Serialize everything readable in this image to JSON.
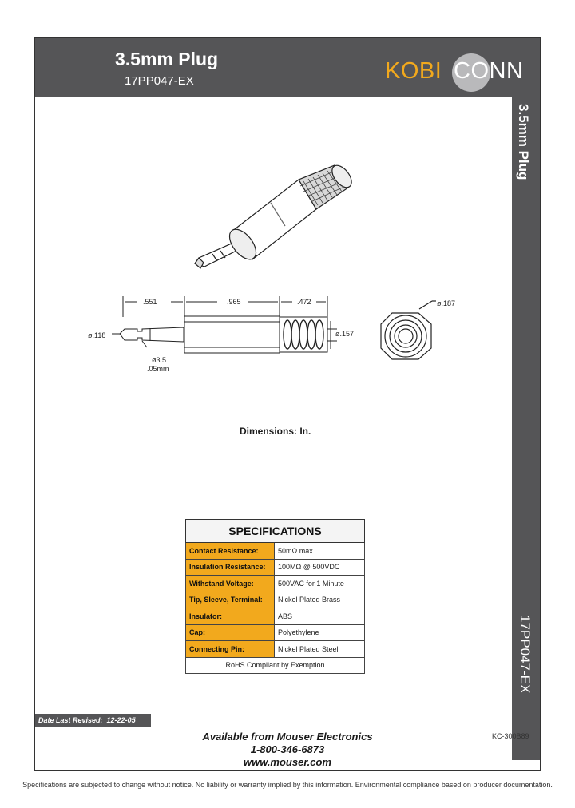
{
  "header": {
    "title": "3.5mm Plug",
    "part_number": "17PP047-EX",
    "logo_left": "KOBI",
    "logo_right": "CONN",
    "accent_color": "#f2a91d",
    "bar_color": "#555557"
  },
  "side": {
    "top_text": "3.5mm Plug",
    "bottom_text": "17PP047-EX"
  },
  "drawing": {
    "dim_a": ".551",
    "dim_b": ".965",
    "dim_c": ".472",
    "dia_tip": "ø.118",
    "dia_cable": "ø.157",
    "dia_end": "ø.187",
    "plug_dia": "ø3.5",
    "plug_tol": ".05mm",
    "dimensions_note": "Dimensions: In."
  },
  "specs": {
    "title": "SPECIFICATIONS",
    "rows": [
      {
        "label": "Contact Resistance:",
        "value": "50mΩ max."
      },
      {
        "label": "Insulation Resistance:",
        "value": "100MΩ @ 500VDC"
      },
      {
        "label": "Withstand Voltage:",
        "value": "500VAC for 1 Minute"
      },
      {
        "label": "Tip, Sleeve, Terminal:",
        "value": "Nickel Plated Brass"
      },
      {
        "label": "Insulator:",
        "value": "ABS"
      },
      {
        "label": "Cap:",
        "value": "Polyethylene"
      },
      {
        "label": "Connecting Pin:",
        "value": "Nickel Plated Steel"
      }
    ],
    "footer": "RoHS Compliant by Exemption"
  },
  "footer": {
    "revised_label": "Date Last Revised:",
    "revised_date": "12-22-05",
    "available": "Available from Mouser Electronics",
    "phone": "1-800-346-6873",
    "website": "www.mouser.com",
    "kc_code": "KC-300B89",
    "disclaimer": "Specifications are subjected to change without notice. No liability or warranty implied by this information. Environmental compliance based on producer documentation."
  }
}
